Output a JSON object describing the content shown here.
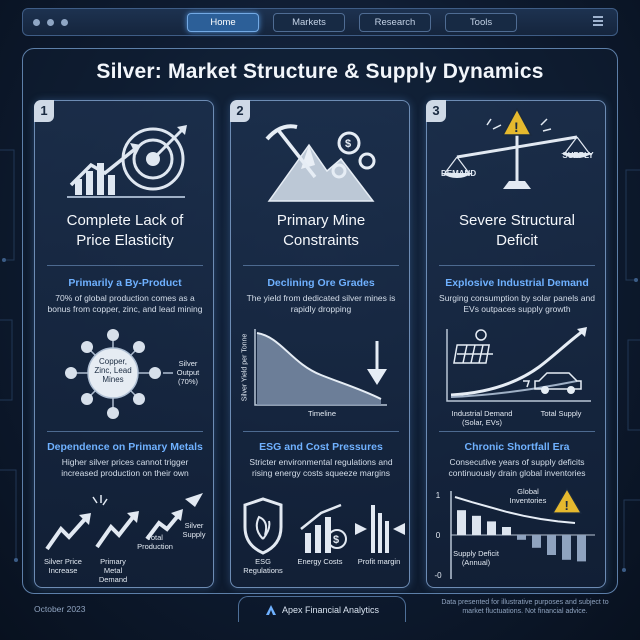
{
  "nav": {
    "tabs": [
      {
        "label": "Home",
        "active": true
      },
      {
        "label": "Markets",
        "active": false
      },
      {
        "label": "Research",
        "active": false
      },
      {
        "label": "Tools",
        "active": false
      }
    ]
  },
  "title": "Silver: Market Structure & Supply Dynamics",
  "panels": [
    {
      "number": "1",
      "title_line1": "Complete Lack of",
      "title_line2": "Price Elasticity",
      "section1": {
        "heading": "Primarily a By-Product",
        "desc": "70% of global production comes as a bonus from copper, zinc, and lead mining",
        "hub_label": "Copper, Zinc, Lead Mines",
        "output_label": "Silver Output (70%)"
      },
      "section2": {
        "heading": "Dependence on Primary Metals",
        "desc": "Higher silver prices cannot trigger increased production on their own",
        "labels": [
          "Silver Price Increase",
          "Primary Metal Demand",
          "Total Production",
          "Silver Supply"
        ]
      }
    },
    {
      "number": "2",
      "title_line1": "Primary Mine",
      "title_line2": "Constraints",
      "section1": {
        "heading": "Declining Ore Grades",
        "desc": "The yield from dedicated silver mines is rapidly dropping",
        "y_axis": "Silver Yield per Tonne",
        "x_axis": "Timeline"
      },
      "section2": {
        "heading": "ESG and Cost Pressures",
        "desc": "Stricter environmental regulations and rising energy costs squeeze margins",
        "labels": [
          "ESG Regulations",
          "Energy Costs",
          "Profit margin"
        ]
      }
    },
    {
      "number": "3",
      "title_line1": "Severe Structural",
      "title_line2": "Deficit",
      "icon_labels": {
        "demand": "DEMAND",
        "supply": "SUPPLY"
      },
      "section1": {
        "heading": "Explosive Industrial Demand",
        "desc": "Surging consumption by solar panels and EVs outpaces supply growth",
        "labels": [
          "Industrial Demand (Solar, EVs)",
          "Total Supply"
        ]
      },
      "section2": {
        "heading": "Chronic Shortfall Era",
        "desc": "Consecutive years of supply deficits continuously drain global inventories",
        "ticks": [
          "1",
          "0",
          "-0"
        ],
        "labels": [
          "Global Inventories",
          "Supply Deficit (Annual)"
        ],
        "inventory_trend": [
          0.95,
          0.82,
          0.7,
          0.58,
          0.48,
          0.4,
          0.34,
          0.3
        ],
        "bars": [
          0.62,
          0.48,
          0.34,
          0.2,
          -0.12,
          -0.32,
          -0.5,
          -0.62,
          -0.66
        ]
      }
    }
  ],
  "footer": {
    "date": "October 2023",
    "brand": "Apex Financial Analytics",
    "disclaimer": "Data presented for illustrative purposes and subject to market fluctuations. Not financial advice."
  },
  "colors": {
    "accent": "#6fb1ff",
    "background": "#0e1b30",
    "panel_border": "#6d8cb4",
    "warning": "#e5b92e"
  }
}
